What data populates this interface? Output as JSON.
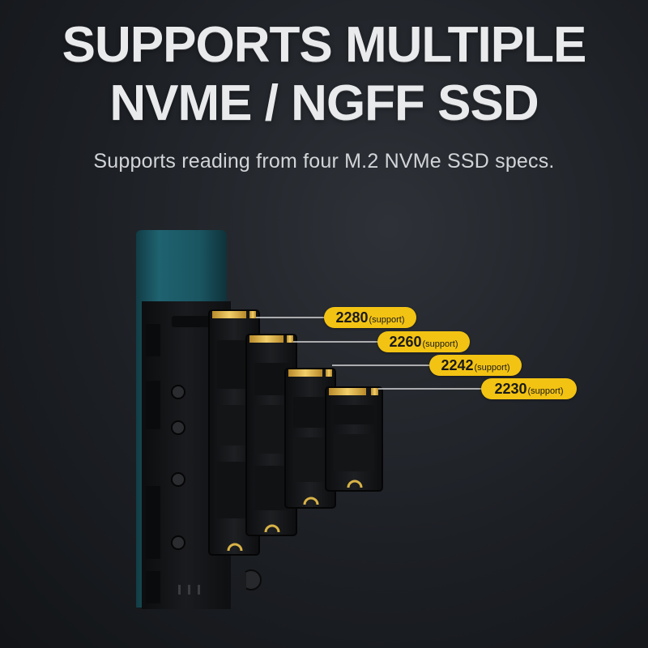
{
  "headline": {
    "line1": "SUPPORTS MULTIPLE",
    "line2": "NVME / NGFF SSD"
  },
  "subtitle": "Supports reading from four M.2 NVMe SSD specs.",
  "ssd_labels": [
    {
      "size": "2280",
      "note": "(support)"
    },
    {
      "size": "2260",
      "note": "(support)"
    },
    {
      "size": "2242",
      "note": "(support)"
    },
    {
      "size": "2230",
      "note": "(support)"
    }
  ],
  "colors": {
    "accent_label": "#f3c313",
    "enclosure_teal": "#1f5f6b",
    "background": "#1c1f24"
  }
}
